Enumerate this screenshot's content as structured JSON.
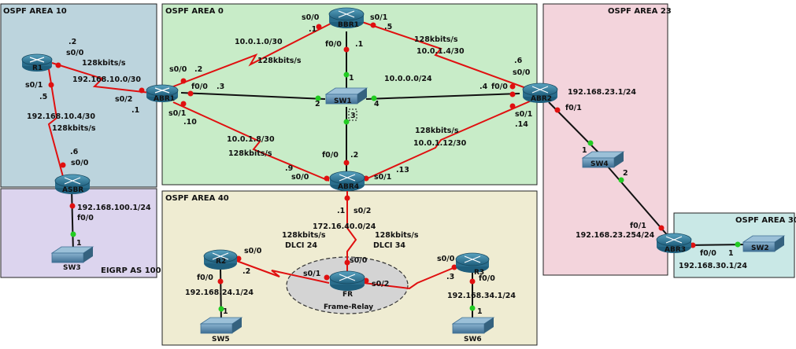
{
  "areas": {
    "area10": "OSPF AREA 10",
    "area0": "OSPF AREA 0",
    "area23": "OSPF AREA 23",
    "area40": "OSPF AREA 40",
    "area30": "OSPF AREA 30",
    "eigrp": "EIGRP AS 100"
  },
  "colors": {
    "area10": "#bcd4dd",
    "area0": "#c8ecc8",
    "area23": "#f3d4dc",
    "area40": "#efecd2",
    "area30": "#c9e8e6",
    "eigrp": "#dcd4ee",
    "serial_link": "#e01010",
    "ethernet_link": "#111111",
    "port_red": "#e01010",
    "port_green": "#22cc22",
    "router_fill": "#2f7b9a",
    "switch_fill": "#5b8fb3",
    "cloud_fill": "#d4d4d4"
  },
  "devices": {
    "r1": "R1",
    "abr1": "ABR1",
    "bbr1": "BBR1",
    "sw1": "SW1",
    "abr2": "ABR2",
    "abr4": "ABR4",
    "asbr": "ASBR",
    "sw3": "SW3",
    "sw4": "SW4",
    "abr3": "ABR3",
    "sw2": "SW2",
    "r2": "R2",
    "fr": "FR",
    "r3": "R3",
    "sw5": "SW5",
    "sw6": "SW6"
  },
  "cloud_label": "Frame-Relay",
  "labels": {
    "l1": ".2",
    "l2": "s0/0",
    "l3": "128kbits/s",
    "l4": "192.168.10.0/30",
    "l5": "s0/1",
    "l6": ".5",
    "l7": "s0/2",
    "l8": ".1",
    "l9": "192.168.10.4/30",
    "l10": "128kbits/s",
    "l11": ".6",
    "l12": "s0/0",
    "l13": "192.168.100.1/24",
    "l14": "f0/0",
    "l15": "1",
    "l16": "s0/0",
    "l17": ".1",
    "l18": "s0/1",
    "l19": ".5",
    "l20": "f0/0",
    "l21": ".1",
    "l22": "10.0.1.0/30",
    "l23": "128kbits/s",
    "l24": "128kbits/s",
    "l25": "10.0.1.4/30",
    "l26": "s0/0",
    "l27": ".2",
    "l28": "f0/0",
    "l29": ".3",
    "l30": "1",
    "l31": "10.0.0.0/24",
    "l32": ".6",
    "l33": "s0/0",
    "l34": ".4",
    "l35": "f0/0",
    "l36": "2",
    "l37": "4",
    "l38": "s0/1",
    "l39": ".10",
    "l40": "3",
    "l41": "10.0.1.8/30",
    "l42": "128kbits/s",
    "l43": "128kbits/s",
    "l44": "10.0.1.12/30",
    "l45": "s0/1",
    "l46": ".14",
    "l47": "f0/0",
    "l48": ".2",
    "l49": ".9",
    "l50": "s0/0",
    "l51": ".13",
    "l52": "s0/1",
    "l53": "192.168.23.1/24",
    "l54": "f0/1",
    "l55": "1",
    "l56": "2",
    "l57": "f0/1",
    "l58": "192.168.23.254/24",
    "l59": "f0/0",
    "l60": "1",
    "l61": "192.168.30.1/24",
    "l62": ".1",
    "l63": "s0/2",
    "l64": "172.16.40.0/24",
    "l65": "128kbits/s",
    "l66": "DLCI 24",
    "l67": "128kbits/s",
    "l68": "DLCI 34",
    "l69": "s0/0",
    "l70": "s0/0",
    "l71": "s0/1",
    "l72": ".2",
    "l73": "s0/2",
    "l74": "s0/0",
    "l75": ".3",
    "l76": "f0/0",
    "l77": "f0/0",
    "l78": "192.168.24.1/24",
    "l79": "192.168.34.1/24",
    "l80": "1",
    "l81": "1"
  }
}
